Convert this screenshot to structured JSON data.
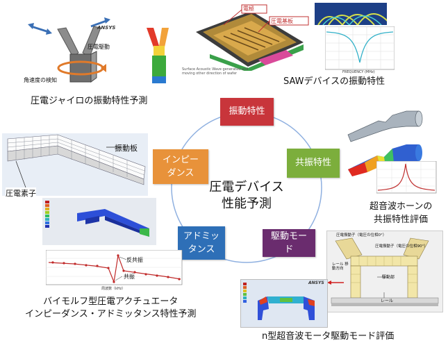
{
  "center": {
    "line1": "圧電デバイス",
    "line2": "性能予測"
  },
  "nodes": {
    "vibration": {
      "label": "振動特性",
      "color": "#c8353b"
    },
    "resonance": {
      "label": "共振特性",
      "color": "#7cae3c"
    },
    "drive": {
      "label_line1": "駆動モー",
      "label_line2": "ド",
      "color": "#6a2c6e"
    },
    "admittance": {
      "label_line1": "アドミッ",
      "label_line2": "タンス",
      "color": "#2e6fb7"
    },
    "impedance": {
      "label_line1": "インピー",
      "label_line2": "ダンス",
      "color": "#e8923a"
    }
  },
  "captions": {
    "gyro": "圧電ジャイロの振動特性予測",
    "saw": "SAWデバイスの振動特性",
    "horn_line1": "超音波ホーンの",
    "horn_line2": "共振特性評価",
    "bimorph_line1": "バイモルフ型圧電アクチュエータ",
    "bimorph_line2": "インピーダンス・アドミッタンス特性予測",
    "motor": "n型超音波モータ駆動モード評価"
  },
  "labels": {
    "gyro_ansys": "ANSYS",
    "gyro_drive": "圧電駆動",
    "gyro_angular": "角速度の検知",
    "saw_electrode": "電極",
    "saw_substrate": "圧電基板",
    "saw_note": "Surface Acoustic Wave generated and moving other direction of wafer",
    "saw_xlabel": "FREQUENCY (MHz)",
    "plate": "振動板",
    "element": "圧電素子",
    "antiresonance": "反共振",
    "resonance": "共振",
    "bimorph_xlabel": "周波数（kHz）",
    "motor_top1": "圧電振動子（電圧の位相0°）",
    "motor_top2": "圧電振動子（電圧の位相90°）",
    "motor_rail_dir": "レール 移動方向",
    "motor_drive": "駆動部",
    "motor_rail": "レール",
    "motor_ansys": "ANSYS"
  }
}
